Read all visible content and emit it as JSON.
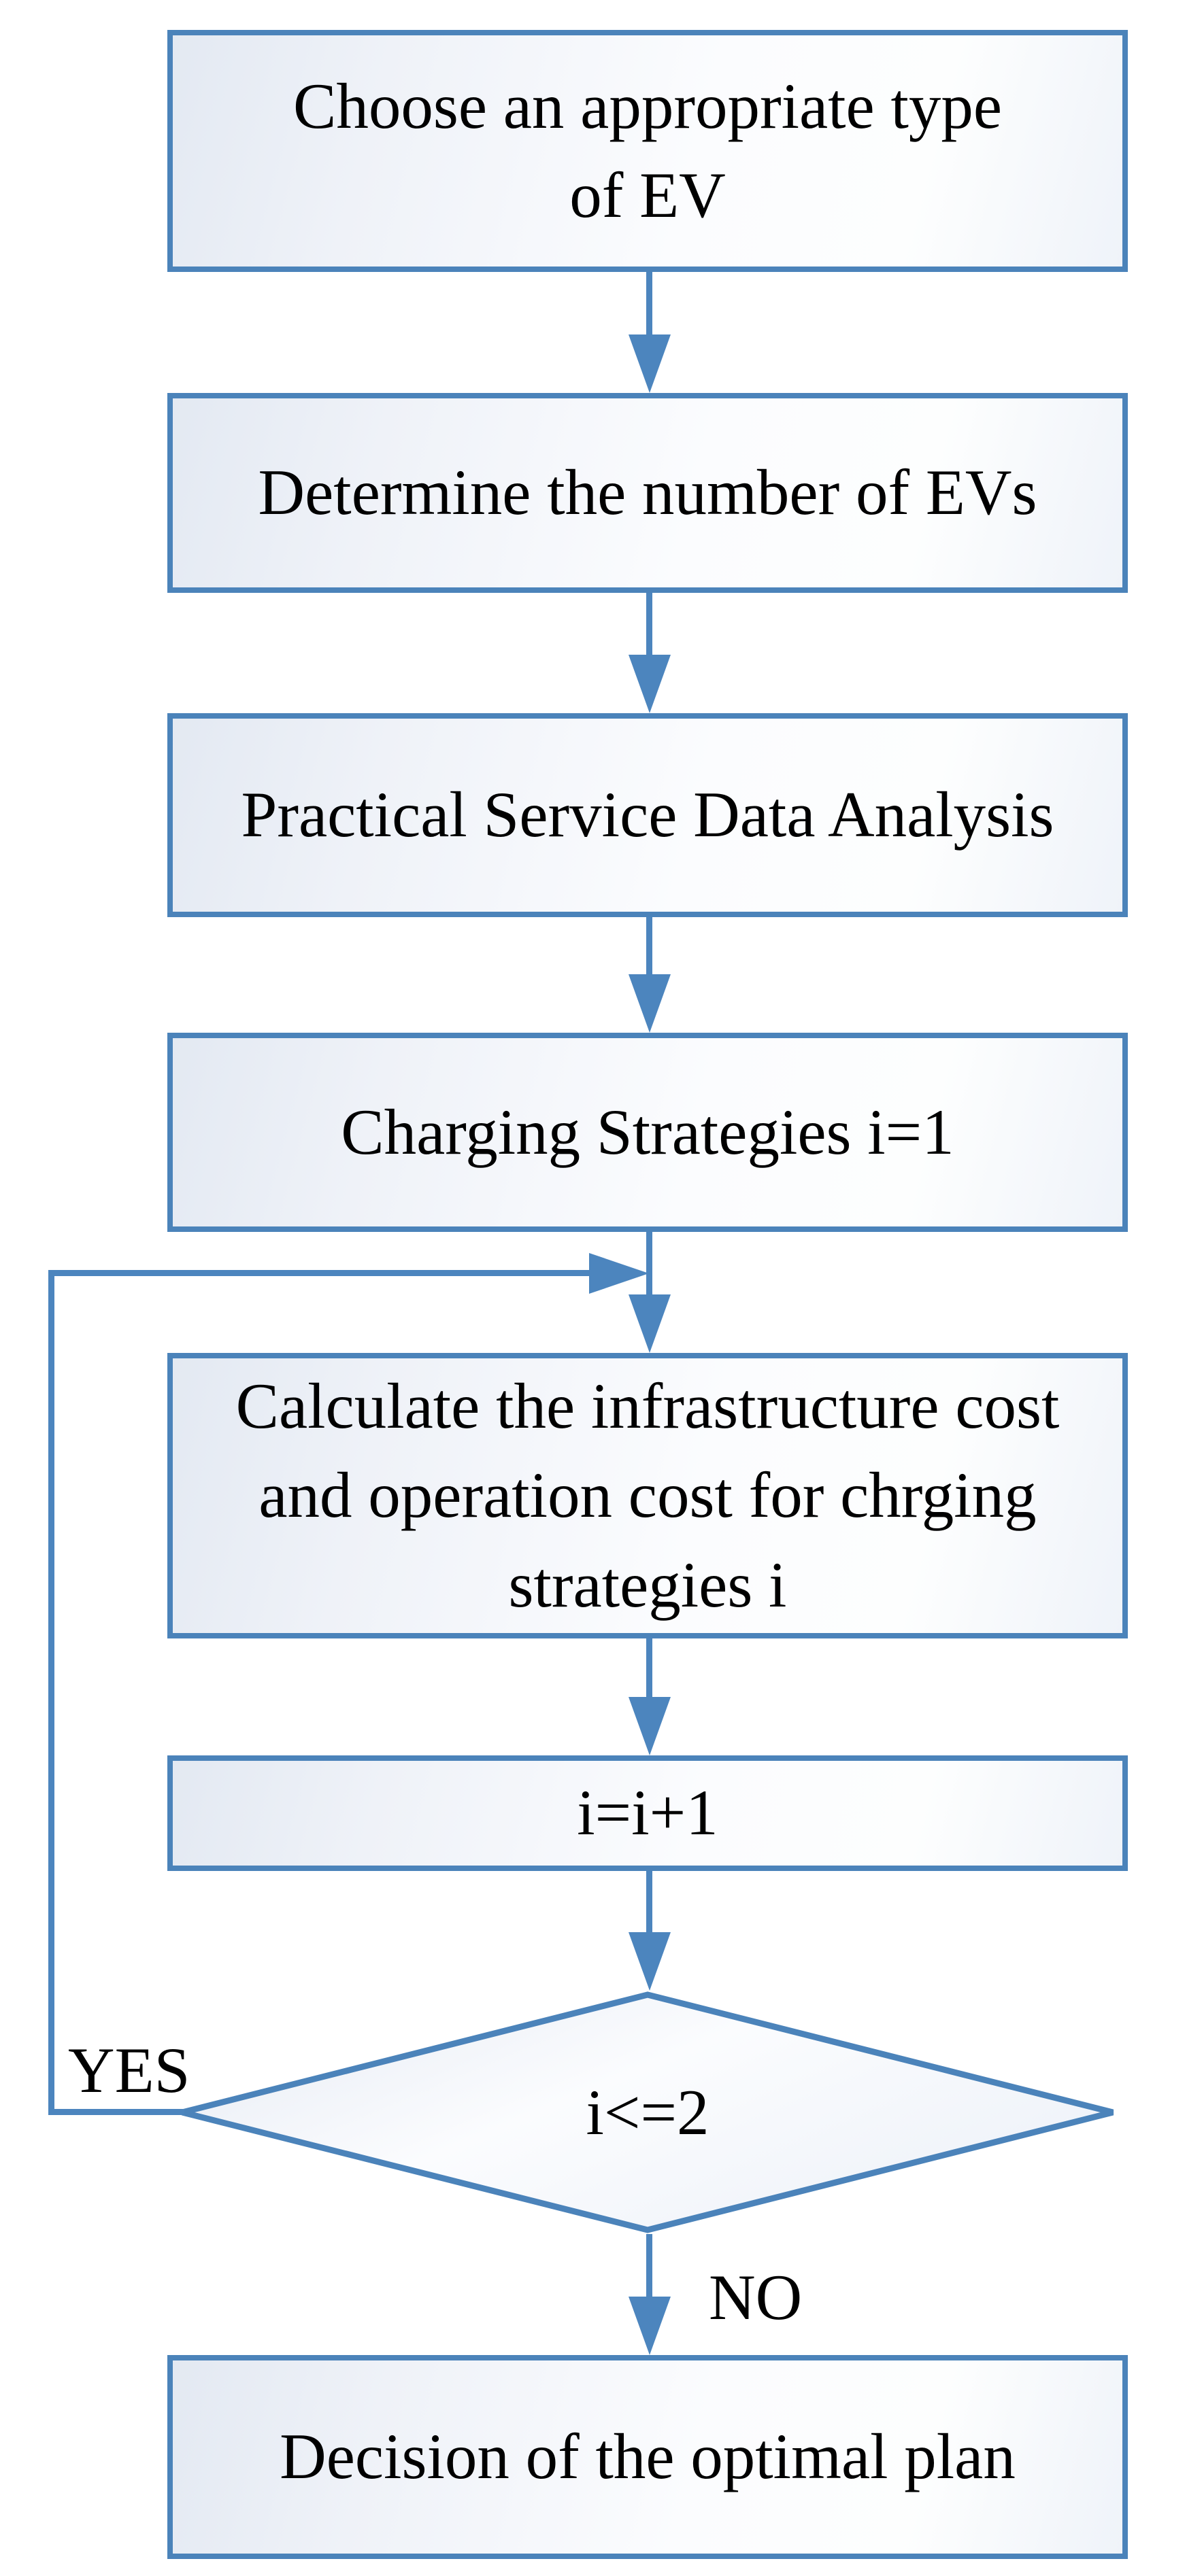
{
  "diagram": {
    "type": "flowchart",
    "colors": {
      "accent": "#4C85BE",
      "node_border": "#4B83BA",
      "node_fill_start": "#E3E9F2",
      "node_fill_end": "#FDFEFE",
      "text": "#000000",
      "background": "#FFFFFF"
    },
    "nodes": [
      {
        "id": "choose-ev-type",
        "shape": "rect",
        "label": "Choose an appropriate type\nof EV"
      },
      {
        "id": "determine-ev-number",
        "shape": "rect",
        "label": "Determine the number of EVs"
      },
      {
        "id": "practical-service-data-analysis",
        "shape": "rect",
        "label": "Practical Service Data Analysis"
      },
      {
        "id": "charging-strategies-init",
        "shape": "rect",
        "label": "Charging Strategies i=1"
      },
      {
        "id": "calculate-costs",
        "shape": "rect",
        "label": "Calculate the infrastructure cost\nand operation cost for chrging\nstrategies i"
      },
      {
        "id": "increment-i",
        "shape": "rect",
        "label": "i=i+1"
      },
      {
        "id": "loop-condition",
        "shape": "diamond",
        "label": "i<=2"
      },
      {
        "id": "optimal-plan",
        "shape": "rect",
        "label": "Decision of the optimal plan"
      }
    ],
    "edges": [
      {
        "from": "choose-ev-type",
        "to": "determine-ev-number",
        "label": ""
      },
      {
        "from": "determine-ev-number",
        "to": "practical-service-data-analysis",
        "label": ""
      },
      {
        "from": "practical-service-data-analysis",
        "to": "charging-strategies-init",
        "label": ""
      },
      {
        "from": "charging-strategies-init",
        "to": "calculate-costs",
        "label": ""
      },
      {
        "from": "calculate-costs",
        "to": "increment-i",
        "label": ""
      },
      {
        "from": "increment-i",
        "to": "loop-condition",
        "label": ""
      },
      {
        "from": "loop-condition",
        "to": "calculate-costs",
        "label": "YES"
      },
      {
        "from": "loop-condition",
        "to": "optimal-plan",
        "label": "NO"
      }
    ],
    "edge_labels": {
      "yes": "YES",
      "no": "NO"
    }
  }
}
